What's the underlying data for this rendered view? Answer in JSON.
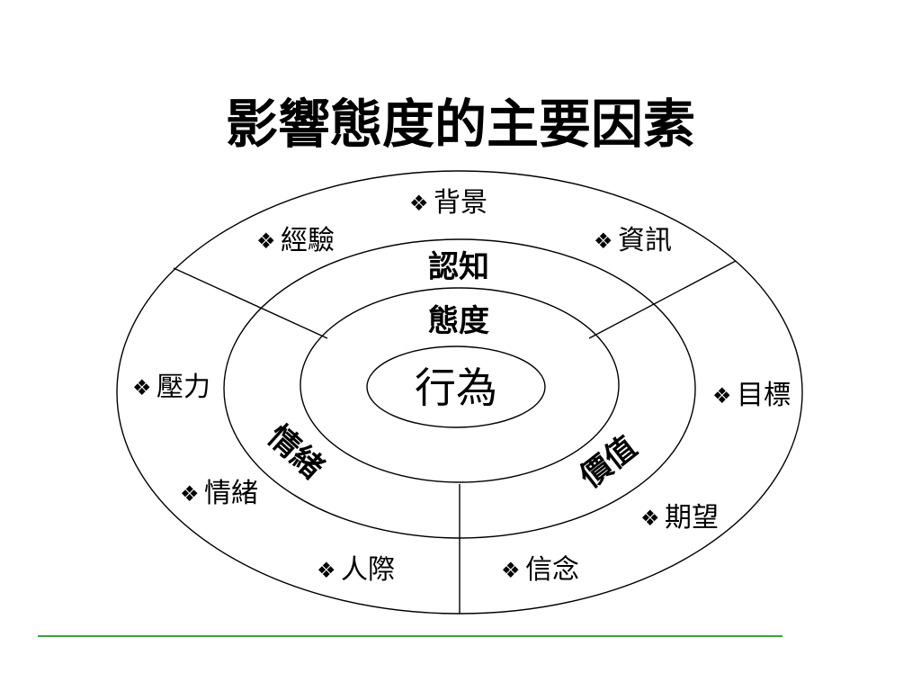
{
  "title": "影響態度的主要因素",
  "bullet": "❖",
  "diagram": {
    "outer_factors": {
      "background": "背景",
      "experience": "經驗",
      "information": "資訊",
      "pressure": "壓力",
      "goal": "目標",
      "emotion": "情緒",
      "expectation": "期望",
      "interpersonal": "人際",
      "belief": "信念"
    },
    "ring_labels": {
      "cognition": "認知",
      "attitude": "態度",
      "emotion": "情緒",
      "value": "價值"
    },
    "center": "行為"
  },
  "colors": {
    "line": "#000000",
    "footer_rule": "#3aa33a"
  }
}
